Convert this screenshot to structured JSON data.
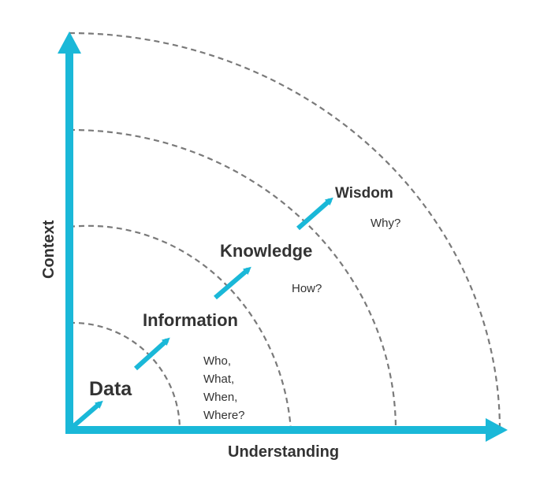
{
  "colors": {
    "accent": "#1AB8D8",
    "dashed": "#7a7a7a",
    "text": "#333333"
  },
  "axes": {
    "x_label": "Understanding",
    "y_label": "Context"
  },
  "stages": {
    "data": "Data",
    "information": "Information",
    "knowledge": "Knowledge",
    "wisdom": "Wisdom"
  },
  "questions": {
    "who": "Who,",
    "what": "What,",
    "when": "When,",
    "where": "Where?",
    "how": "How?",
    "why": "Why?"
  }
}
